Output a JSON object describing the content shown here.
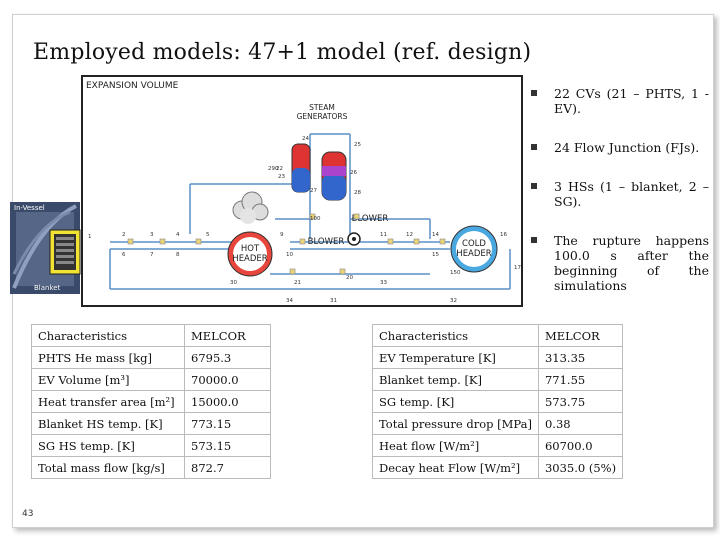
{
  "slide": {
    "title": "Employed models: 47+1 model (ref. design)",
    "number": "43"
  },
  "diagram": {
    "expansion_label": "EXPANSION VOLUME",
    "steam_label_1": "STEAM",
    "steam_label_2": "GENERATORS",
    "blower_top": "BLOWER",
    "blower_bottom": "BLOWER",
    "hot_label_1": "HOT",
    "hot_label_2": "HEADER",
    "cold_label_1": "COLD",
    "cold_label_2": "HEADER",
    "invessel_label": "In-Vessel",
    "blanket_label": "Blanket",
    "node_labels": [
      "1",
      "2",
      "3",
      "4",
      "5",
      "6",
      "7",
      "8",
      "9",
      "10",
      "11",
      "12",
      "14",
      "15",
      "16",
      "17",
      "20",
      "21",
      "22",
      "23",
      "24",
      "25",
      "26",
      "27",
      "28",
      "30",
      "31",
      "32",
      "33",
      "34",
      "100",
      "150",
      "290"
    ],
    "colors": {
      "hot_header": "#e8463c",
      "cold_header": "#4aa8e0",
      "pipe": "#5b8fc6",
      "frame": "#222222"
    }
  },
  "bullets": [
    "22 CVs (21 – PHTS, 1 - EV).",
    "24 Flow Junction (FJs).",
    "3 HSs (1 – blanket, 2 – SG).",
    "The rupture happens 100.0 s after the beginning of the simulations"
  ],
  "table_left": {
    "rows": [
      [
        "Characteristics",
        "MELCOR"
      ],
      [
        "PHTS He mass [kg]",
        "6795.3"
      ],
      [
        "EV Volume [m³]",
        "70000.0"
      ],
      [
        "Heat transfer area [m²]",
        "15000.0"
      ],
      [
        "Blanket HS temp. [K]",
        "773.15"
      ],
      [
        "SG HS temp. [K]",
        "573.15"
      ],
      [
        "Total mass flow [kg/s]",
        "872.7"
      ]
    ]
  },
  "table_right": {
    "rows": [
      [
        "Characteristics",
        "MELCOR"
      ],
      [
        "EV Temperature [K]",
        "313.35"
      ],
      [
        "Blanket temp. [K]",
        "771.55"
      ],
      [
        "SG temp. [K]",
        "573.75"
      ],
      [
        "Total pressure drop [MPa]",
        "0.38"
      ],
      [
        "Heat flow [W/m²]",
        "60700.0"
      ],
      [
        "Decay heat Flow [W/m²]",
        "3035.0 (5%)"
      ]
    ]
  }
}
